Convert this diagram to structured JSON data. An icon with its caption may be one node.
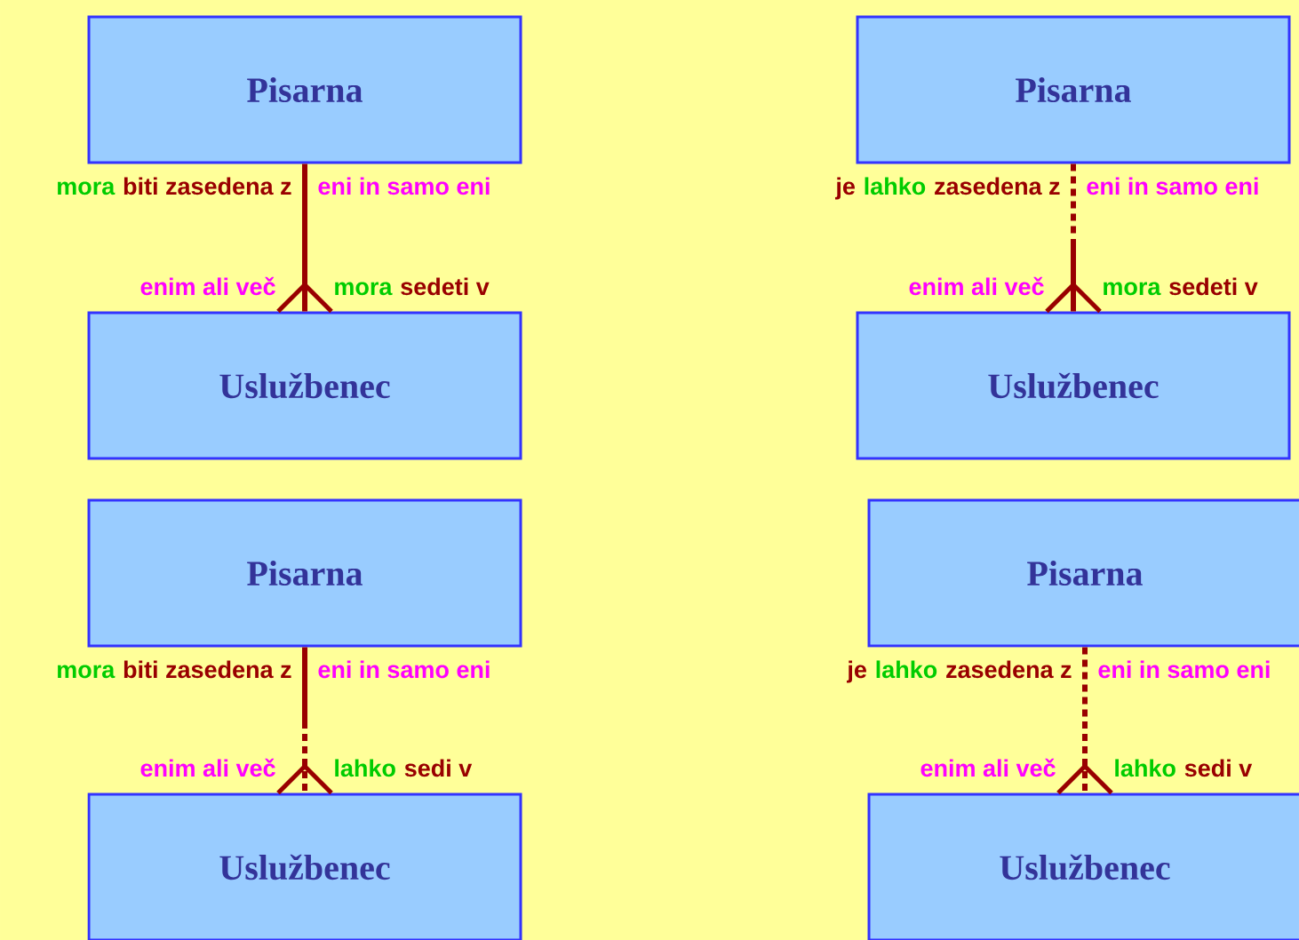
{
  "diagram": {
    "nodes": [
      {
        "text": [
          "Pisarna"
        ]
      },
      {
        "text": [
          "Pisarna"
        ]
      },
      {
        "text": [
          "Uslužbenec"
        ]
      },
      {
        "text": [
          "Uslužbenec"
        ]
      },
      {
        "text": [
          "Pisarna"
        ]
      },
      {
        "text": [
          "Pisarna"
        ]
      },
      {
        "text": [
          "Uslužbenec"
        ]
      },
      {
        "text": [
          "Uslužbenec"
        ]
      }
    ],
    "edges": [
      {
        "from": 0,
        "to": 2,
        "arrow": "other"
      },
      {
        "from": 1,
        "to": 3,
        "arrow": "other"
      },
      {
        "from": 4,
        "to": 6,
        "arrow": "other"
      },
      {
        "from": 5,
        "to": 7,
        "arrow": "other",
        "style": "dashed"
      }
    ],
    "labels": [
      "mora",
      "biti zasedena z",
      "eni in samo eni",
      "enim ali več",
      "mora",
      "sedeti v",
      "je",
      "lahko",
      "zasedena z",
      "eni in samo eni",
      "enim ali več",
      "mora",
      "sedeti v",
      "mora",
      "biti zasedena z",
      "eni in samo eni",
      "enim ali več",
      "lahko",
      "sedi v",
      "je",
      "lahko",
      "zasedena z",
      "eni in samo eni",
      "enim ali več",
      "lahko",
      "sedi v"
    ]
  }
}
